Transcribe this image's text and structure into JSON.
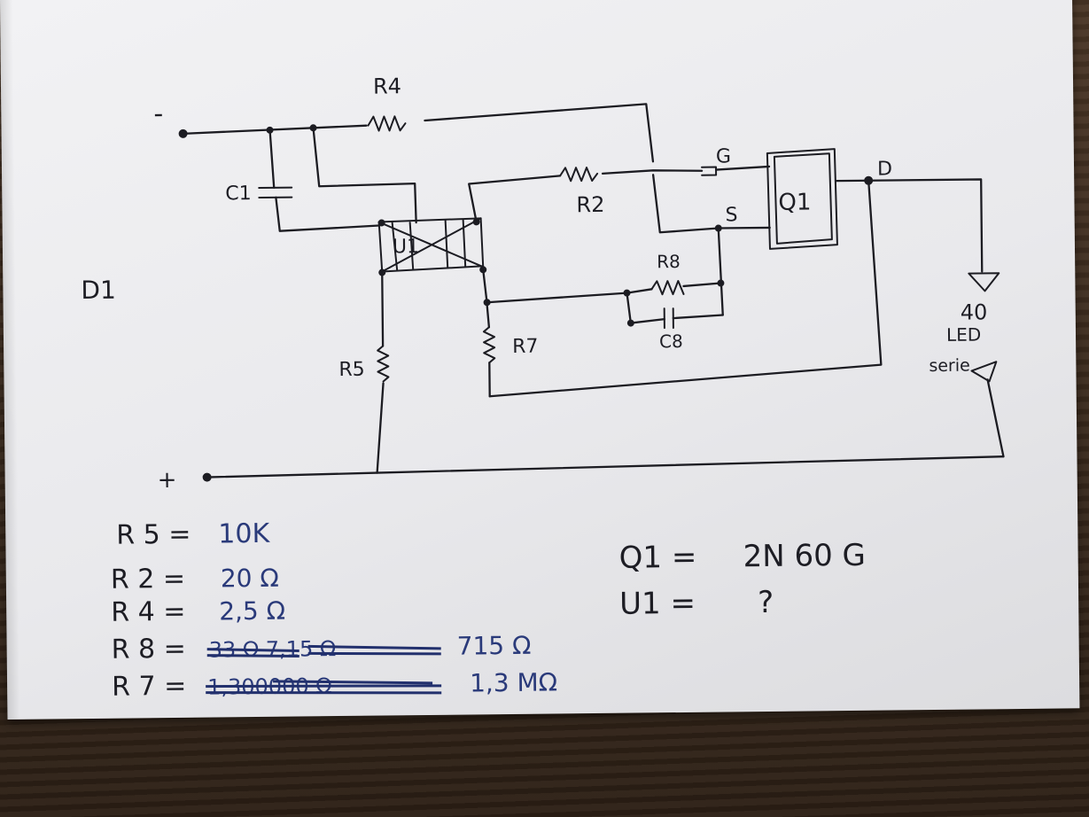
{
  "schematic": {
    "terminal_minus": "-",
    "terminal_plus": "+",
    "label_d1": "D1",
    "r4": "R4",
    "c1": "C1",
    "u1": "U1",
    "r2": "R2",
    "gate": "G",
    "drain": "D",
    "source": "S",
    "q1": "Q1",
    "r8": "R8",
    "c8": "C8",
    "r7": "R7",
    "r5": "R5",
    "led_count": "40",
    "led_word": "LED",
    "led_serie": "serie"
  },
  "component_values": [
    {
      "name": "R 5 =",
      "value": "10K",
      "struck": ""
    },
    {
      "name": "R 2 =",
      "value": "20 Ω",
      "struck": ""
    },
    {
      "name": "R 4 =",
      "value": "2,5 Ω",
      "struck": ""
    },
    {
      "name": "R 8 =",
      "value": "715 Ω",
      "struck": "33 Ω  7,15 Ω"
    },
    {
      "name": "R 7 =",
      "value": "1,3 MΩ",
      "struck": "1,300000 Ω"
    }
  ],
  "notes": [
    {
      "name": "Q1 =",
      "value": "2N 60 G"
    },
    {
      "name": "U1 =",
      "value": "?"
    }
  ]
}
